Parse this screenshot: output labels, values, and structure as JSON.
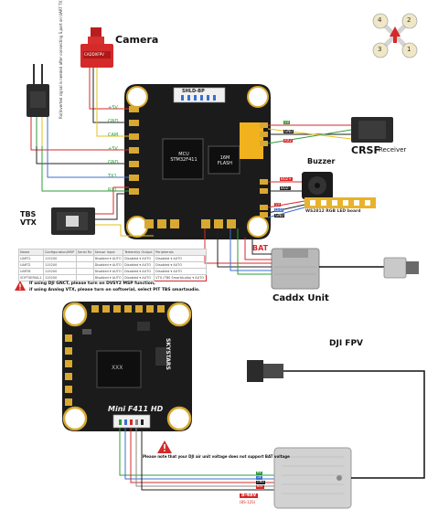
{
  "labels": {
    "camera": "Camera",
    "camera_brand": "CADDXFPV",
    "rx_note": "Rx(Inverted signal is needed after connecting S.port on UART TX)",
    "shld_bp": "SHLD-BP",
    "mcu": "MCU\nSTM32F411",
    "flash": "16M\nFLASH",
    "buzzer": "Buzzer",
    "crsf": "CRSF",
    "receiver": "Receiver",
    "tbs_vtx": "TBS\nVTX",
    "led_board": "WS2812 RGB LED board",
    "bat": "BAT",
    "caddx_unit": "Caddx Unit",
    "note_line1": "If using DJI GNCT, please turn on DVSY2 MSP function,",
    "note_line2": "if using Analog VTX, please turn on softserial, select PIT TBS smartaudio.",
    "board_name": "Mini F411 HD",
    "brand": "SKYSTARS",
    "chip": "XXX",
    "dji_fpv": "DJI FPV",
    "dji_note": "Please note that your DJI air unit voltage does not support BAT voltage",
    "dji_volt": "8-48V",
    "dji_volt_sub": "(8S-12S)"
  },
  "pads_left": [
    "+5V",
    "GND",
    "CAM",
    "+5V",
    "GND",
    "TX1",
    "RX1"
  ],
  "pads_right_top": [
    "5V",
    "GND",
    "RX2"
  ],
  "pads_buzzer": [
    "BUZ+",
    "BUZ-"
  ],
  "pads_led": [
    "5V",
    "LED",
    "GND"
  ],
  "quad_motors": [
    "4",
    "2",
    "3",
    "1"
  ],
  "wire_labels_bottom": [
    "RX",
    "TX",
    "GND",
    "BAT"
  ],
  "osd_table": {
    "headers": [
      "Name",
      "Configuration/MSP",
      "Serial Rx",
      "Sensor Input",
      "Telemetry Output",
      "Peripherals"
    ],
    "rows": [
      [
        "UART1",
        "115200",
        "",
        "Disabled ▾ AUTO",
        "Disabled ▾ AUTO",
        "Disabled ▾ AUTO"
      ],
      [
        "UART2",
        "115200",
        "",
        "Disabled ▾ AUTO",
        "Disabled ▾ AUTO",
        "Disabled ▾ AUTO"
      ],
      [
        "UART6",
        "115200",
        "",
        "Disabled ▾ AUTO",
        "Disabled ▾ AUTO",
        "Disabled ▾ AUTO"
      ],
      [
        "SOFTSERIAL1",
        "115200",
        "",
        "Disabled ▾ AUTO",
        "Disabled ▾ AUTO",
        "VTX (TBS SmartAudio) ▾ AUTO"
      ]
    ]
  },
  "colors": {
    "pcb": "#1b1b1b",
    "pad": "#d8a830",
    "red": "#d42a2a",
    "green": "#2e9c3a",
    "yellow": "#e3c21a",
    "blue": "#3b6fd0",
    "flash": "#f0b31e"
  }
}
